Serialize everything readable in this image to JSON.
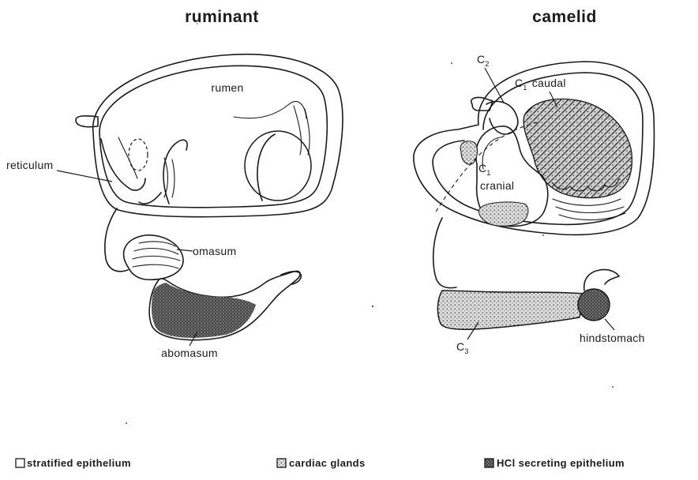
{
  "titles": {
    "ruminant": "ruminant",
    "camelid": "camelid"
  },
  "ruminant_labels": {
    "rumen": "rumen",
    "reticulum": "reticulum",
    "omasum": "omasum",
    "abomasum": "abomasum"
  },
  "camelid_labels": {
    "c2": {
      "base": "C",
      "sub": "2"
    },
    "c1_caudal": {
      "base": "C",
      "sub": "1",
      "text": "caudal"
    },
    "c1_cranial": {
      "base": "C",
      "sub": "1",
      "text": "cranial"
    },
    "c3": {
      "base": "C",
      "sub": "3"
    },
    "hindstomach": "hindstomach"
  },
  "legend": {
    "stratified": "stratified epithelium",
    "cardiac": "cardiac glands",
    "hcl": "HCl secreting epithelium"
  },
  "colors": {
    "ink": "#1a1a1a",
    "background": "#ffffff",
    "cardiac_fill": "#bdbdbd",
    "hcl_fill": "#4a4a4a"
  }
}
